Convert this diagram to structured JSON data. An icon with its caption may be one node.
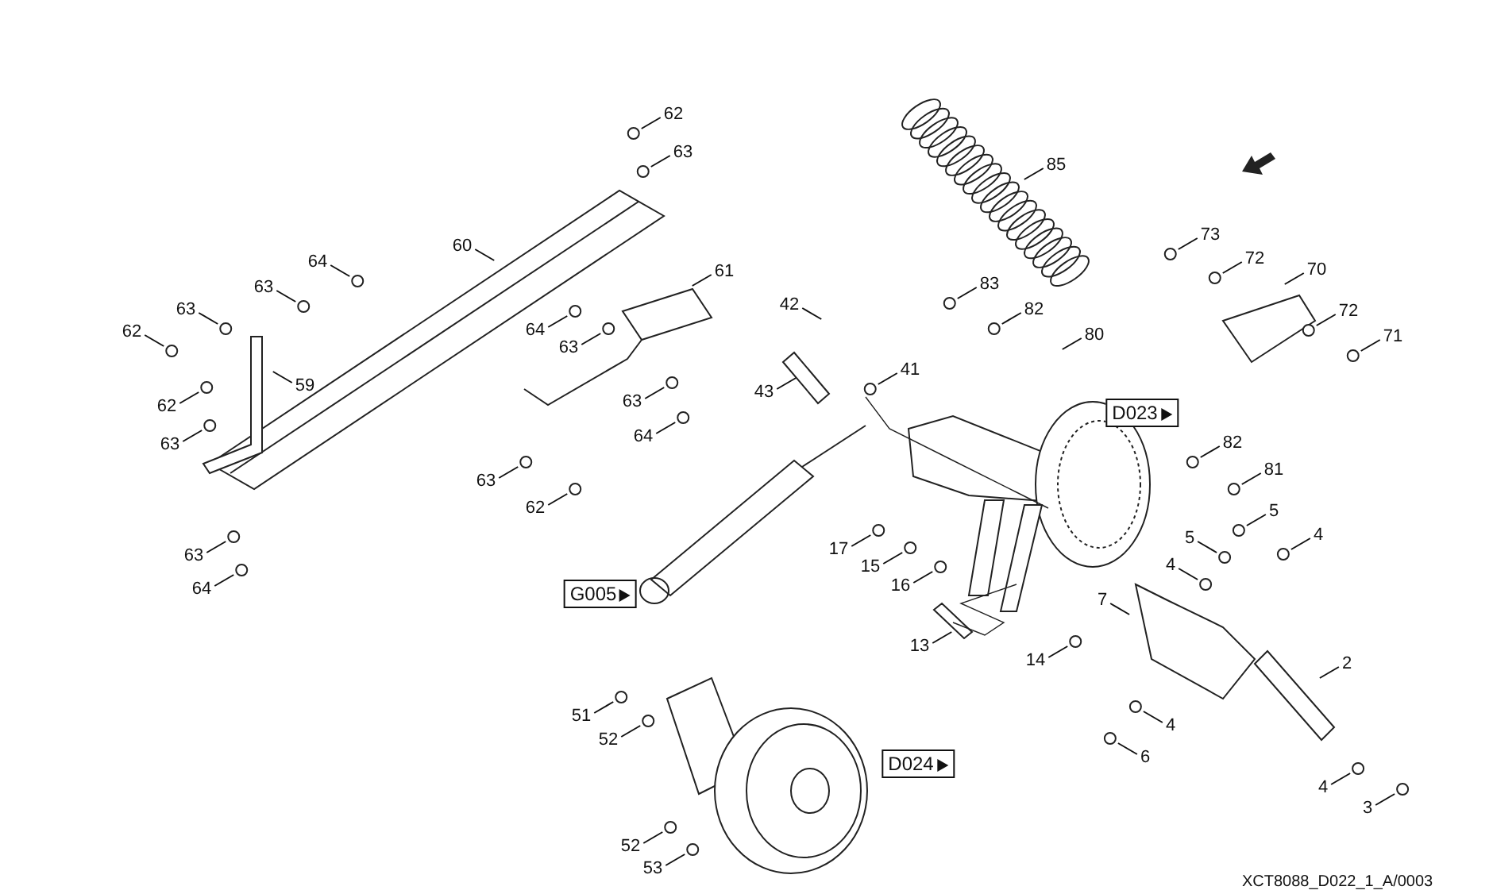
{
  "diagram": {
    "nodes": [
      {
        "text": [
          "62"
        ]
      },
      {
        "text": [
          "63"
        ]
      },
      {
        "text": [
          "85"
        ]
      },
      {
        "text": [
          "73"
        ]
      },
      {
        "text": [
          "60"
        ]
      },
      {
        "text": [
          "72"
        ]
      },
      {
        "text": [
          "64"
        ]
      },
      {
        "text": [
          "70"
        ]
      },
      {
        "text": [
          "61"
        ]
      },
      {
        "text": [
          "63"
        ]
      },
      {
        "text": [
          "83"
        ]
      },
      {
        "text": [
          "42"
        ]
      },
      {
        "text": [
          "63"
        ]
      },
      {
        "text": [
          "82"
        ]
      },
      {
        "text": [
          "72"
        ]
      },
      {
        "text": [
          "64"
        ]
      },
      {
        "text": [
          "62"
        ]
      },
      {
        "text": [
          "80"
        ]
      },
      {
        "text": [
          "71"
        ]
      },
      {
        "text": [
          "63"
        ]
      },
      {
        "text": [
          "41"
        ]
      },
      {
        "text": [
          "59"
        ]
      },
      {
        "text": [
          "43"
        ]
      },
      {
        "text": [
          "63"
        ]
      },
      {
        "text": [
          "62"
        ]
      },
      {
        "text": [
          "D023"
        ]
      },
      {
        "text": [
          "64"
        ]
      },
      {
        "text": [
          "82"
        ]
      },
      {
        "text": [
          "63"
        ]
      },
      {
        "text": [
          "81"
        ]
      },
      {
        "text": [
          "63"
        ]
      },
      {
        "text": [
          "62"
        ]
      },
      {
        "text": [
          "5"
        ]
      },
      {
        "text": [
          "4"
        ]
      },
      {
        "text": [
          "5"
        ]
      },
      {
        "text": [
          "17"
        ]
      },
      {
        "text": [
          "63"
        ]
      },
      {
        "text": [
          "4"
        ]
      },
      {
        "text": [
          "15"
        ]
      },
      {
        "text": [
          "16"
        ]
      },
      {
        "text": [
          "64"
        ]
      },
      {
        "text": [
          "G005"
        ]
      },
      {
        "text": [
          "7"
        ]
      },
      {
        "text": [
          "13"
        ]
      },
      {
        "text": [
          "14"
        ]
      },
      {
        "text": [
          "2"
        ]
      },
      {
        "text": [
          "51"
        ]
      },
      {
        "text": [
          "4"
        ]
      },
      {
        "text": [
          "52"
        ]
      },
      {
        "text": [
          "6"
        ]
      },
      {
        "text": [
          "D024"
        ]
      },
      {
        "text": [
          "4"
        ]
      },
      {
        "text": [
          "3"
        ]
      },
      {
        "text": [
          "52"
        ]
      },
      {
        "text": [
          "53"
        ]
      }
    ],
    "edges": [
      {
        "from": 0,
        "to": null,
        "arrow": "none"
      },
      {
        "from": 1,
        "to": null,
        "arrow": "none"
      },
      {
        "from": 2,
        "to": null,
        "arrow": "none"
      },
      {
        "from": 3,
        "to": null,
        "arrow": "none"
      },
      {
        "from": 4,
        "to": null,
        "arrow": "none"
      },
      {
        "from": 5,
        "to": null,
        "arrow": "none"
      },
      {
        "from": 6,
        "to": null,
        "arrow": "none"
      },
      {
        "from": 7,
        "to": null,
        "arrow": "none"
      },
      {
        "from": 8,
        "to": null,
        "arrow": "none"
      },
      {
        "from": 9,
        "to": null,
        "arrow": "none"
      },
      {
        "from": 10,
        "to": null,
        "arrow": "none"
      },
      {
        "from": 11,
        "to": null,
        "arrow": "none"
      },
      {
        "from": 12,
        "to": null,
        "arrow": "none"
      },
      {
        "from": 13,
        "to": null,
        "arrow": "none"
      },
      {
        "from": 14,
        "to": null,
        "arrow": "none"
      },
      {
        "from": 15,
        "to": null,
        "arrow": "none"
      },
      {
        "from": 16,
        "to": null,
        "arrow": "none"
      },
      {
        "from": 17,
        "to": null,
        "arrow": "none"
      },
      {
        "from": 18,
        "to": null,
        "arrow": "none"
      },
      {
        "from": 19,
        "to": null,
        "arrow": "none"
      },
      {
        "from": 20,
        "to": null,
        "arrow": "none"
      },
      {
        "from": 21,
        "to": null,
        "arrow": "none"
      },
      {
        "from": 22,
        "to": null,
        "arrow": "none"
      },
      {
        "from": 23,
        "to": null,
        "arrow": "none"
      },
      {
        "from": 24,
        "to": null,
        "arrow": "none"
      },
      {
        "from": 26,
        "to": null,
        "arrow": "none"
      },
      {
        "from": 27,
        "to": null,
        "arrow": "none"
      },
      {
        "from": 28,
        "to": null,
        "arrow": "none"
      },
      {
        "from": 29,
        "to": null,
        "arrow": "none"
      },
      {
        "from": 30,
        "to": null,
        "arrow": "none"
      },
      {
        "from": 31,
        "to": null,
        "arrow": "none"
      },
      {
        "from": 32,
        "to": null,
        "arrow": "none"
      },
      {
        "from": 33,
        "to": null,
        "arrow": "none"
      },
      {
        "from": 34,
        "to": null,
        "arrow": "none"
      },
      {
        "from": 35,
        "to": null,
        "arrow": "none"
      },
      {
        "from": 36,
        "to": null,
        "arrow": "none"
      },
      {
        "from": 37,
        "to": null,
        "arrow": "none"
      },
      {
        "from": 38,
        "to": null,
        "arrow": "none"
      },
      {
        "from": 39,
        "to": null,
        "arrow": "none"
      },
      {
        "from": 40,
        "to": null,
        "arrow": "none"
      },
      {
        "from": 42,
        "to": null,
        "arrow": "none"
      },
      {
        "from": 43,
        "to": null,
        "arrow": "none"
      },
      {
        "from": 44,
        "to": null,
        "arrow": "none"
      },
      {
        "from": 45,
        "to": null,
        "arrow": "none"
      },
      {
        "from": 46,
        "to": null,
        "arrow": "none"
      },
      {
        "from": 47,
        "to": null,
        "arrow": "none"
      },
      {
        "from": 48,
        "to": null,
        "arrow": "none"
      },
      {
        "from": 49,
        "to": null,
        "arrow": "none"
      },
      {
        "from": 51,
        "to": null,
        "arrow": "none"
      },
      {
        "from": 52,
        "to": null,
        "arrow": "none"
      },
      {
        "from": 53,
        "to": null,
        "arrow": "none"
      },
      {
        "from": 54,
        "to": null,
        "arrow": "none"
      }
    ],
    "labels": [
      "XCT8088_D022_1_A/0003"
    ]
  }
}
